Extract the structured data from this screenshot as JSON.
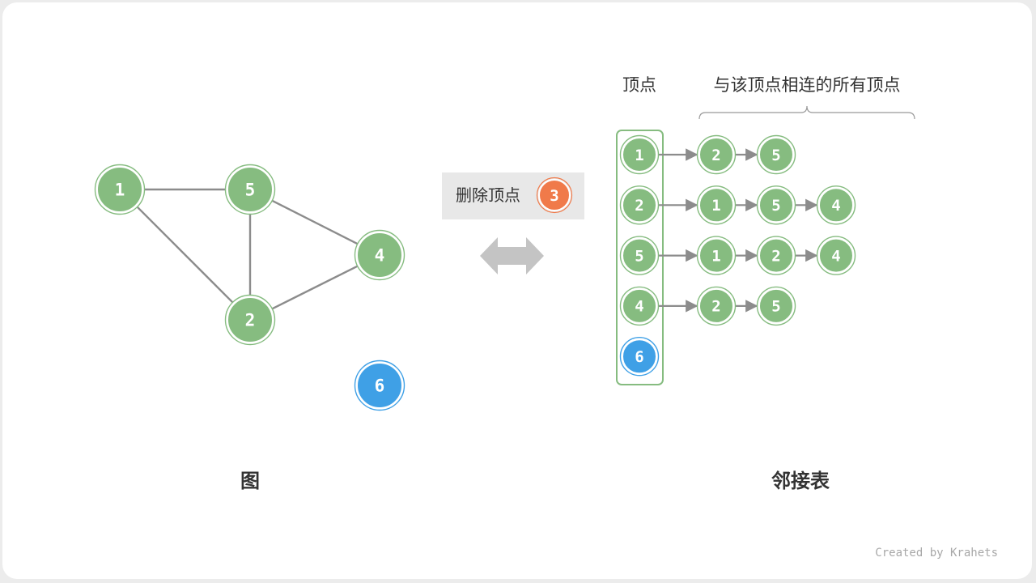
{
  "colors": {
    "node_green": "#86bc80",
    "node_blue": "#3fa0e6",
    "badge_orange": "#f07a4a",
    "edge": "#8c8c8c",
    "op_bg": "#e8e8e8",
    "arrow": "#c4c4c4"
  },
  "graph": {
    "title": "图",
    "vertices": [
      {
        "id": "1",
        "label": "1",
        "color": "green"
      },
      {
        "id": "5",
        "label": "5",
        "color": "green"
      },
      {
        "id": "4",
        "label": "4",
        "color": "green"
      },
      {
        "id": "2",
        "label": "2",
        "color": "green"
      },
      {
        "id": "6",
        "label": "6",
        "color": "blue"
      }
    ],
    "edges": [
      [
        "1",
        "5"
      ],
      [
        "1",
        "2"
      ],
      [
        "5",
        "2"
      ],
      [
        "5",
        "4"
      ],
      [
        "2",
        "4"
      ]
    ]
  },
  "operation": {
    "label": "删除顶点",
    "vertex": "3"
  },
  "adjacency": {
    "title": "邻接表",
    "vertex_header": "顶点",
    "neighbors_header": "与该顶点相连的所有顶点",
    "rows": [
      {
        "vertex": "1",
        "color": "green",
        "neighbors": [
          "2",
          "5"
        ]
      },
      {
        "vertex": "2",
        "color": "green",
        "neighbors": [
          "1",
          "5",
          "4"
        ]
      },
      {
        "vertex": "5",
        "color": "green",
        "neighbors": [
          "1",
          "2",
          "4"
        ]
      },
      {
        "vertex": "4",
        "color": "green",
        "neighbors": [
          "2",
          "5"
        ]
      },
      {
        "vertex": "6",
        "color": "blue",
        "neighbors": []
      }
    ]
  },
  "credit": "Created by Krahets"
}
